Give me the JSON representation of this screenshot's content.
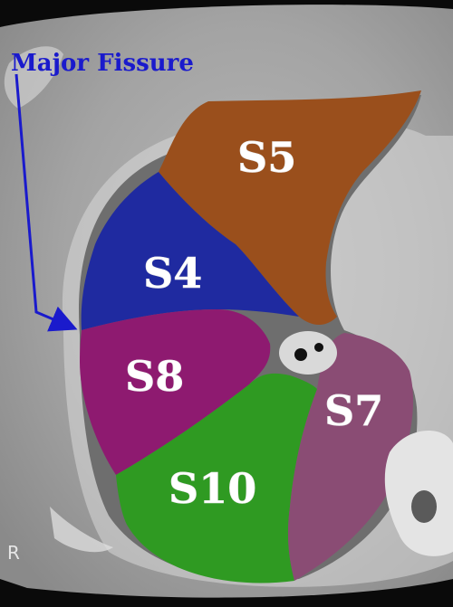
{
  "annotation": {
    "text": "Major Fissure",
    "color": "#1a1acc"
  },
  "segments": [
    {
      "id": "s5",
      "label": "S5",
      "color": "#9a4f1c"
    },
    {
      "id": "s4",
      "label": "S4",
      "color": "#1f2aa0"
    },
    {
      "id": "s8",
      "label": "S8",
      "color": "#8e1a70"
    },
    {
      "id": "s10",
      "label": "S10",
      "color": "#2f9a22"
    },
    {
      "id": "s7",
      "label": "S7",
      "color": "#8a4c74"
    }
  ],
  "orientation_marker": "R"
}
